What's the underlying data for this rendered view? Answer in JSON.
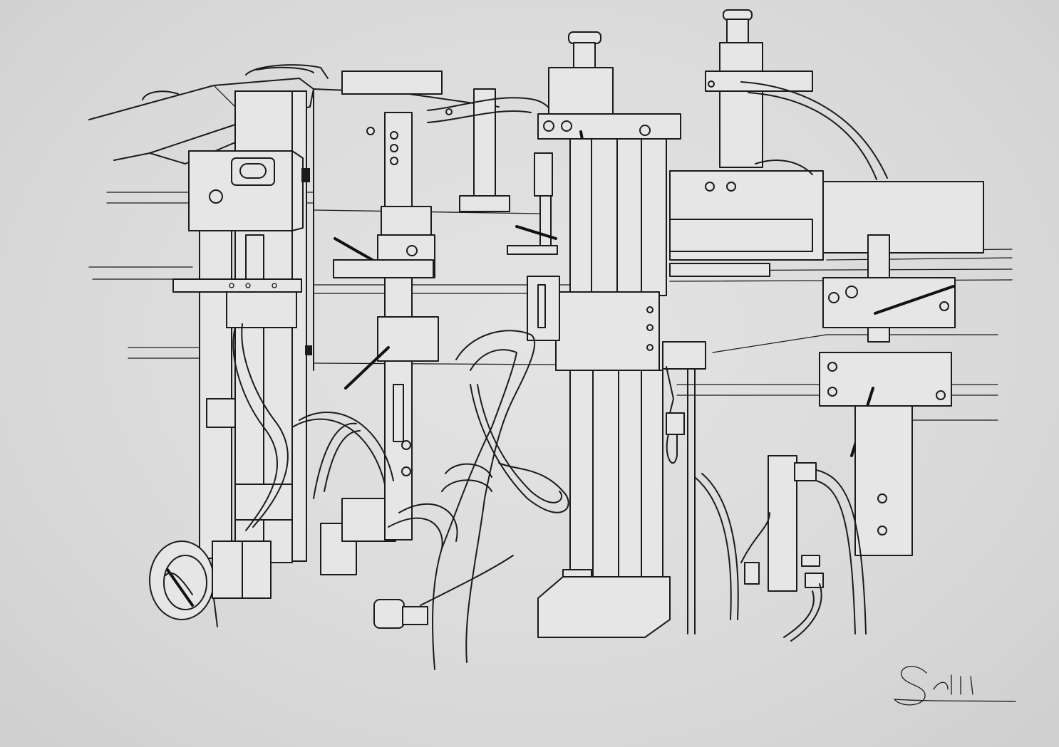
{
  "illustration": {
    "subject": "machine-assembly-line-drawing",
    "style": "pen-and-ink technical illustration",
    "colors": {
      "paper": "#dcdcdc",
      "ink": "#1b1b1b"
    }
  },
  "signature": {
    "text": "Schill"
  }
}
